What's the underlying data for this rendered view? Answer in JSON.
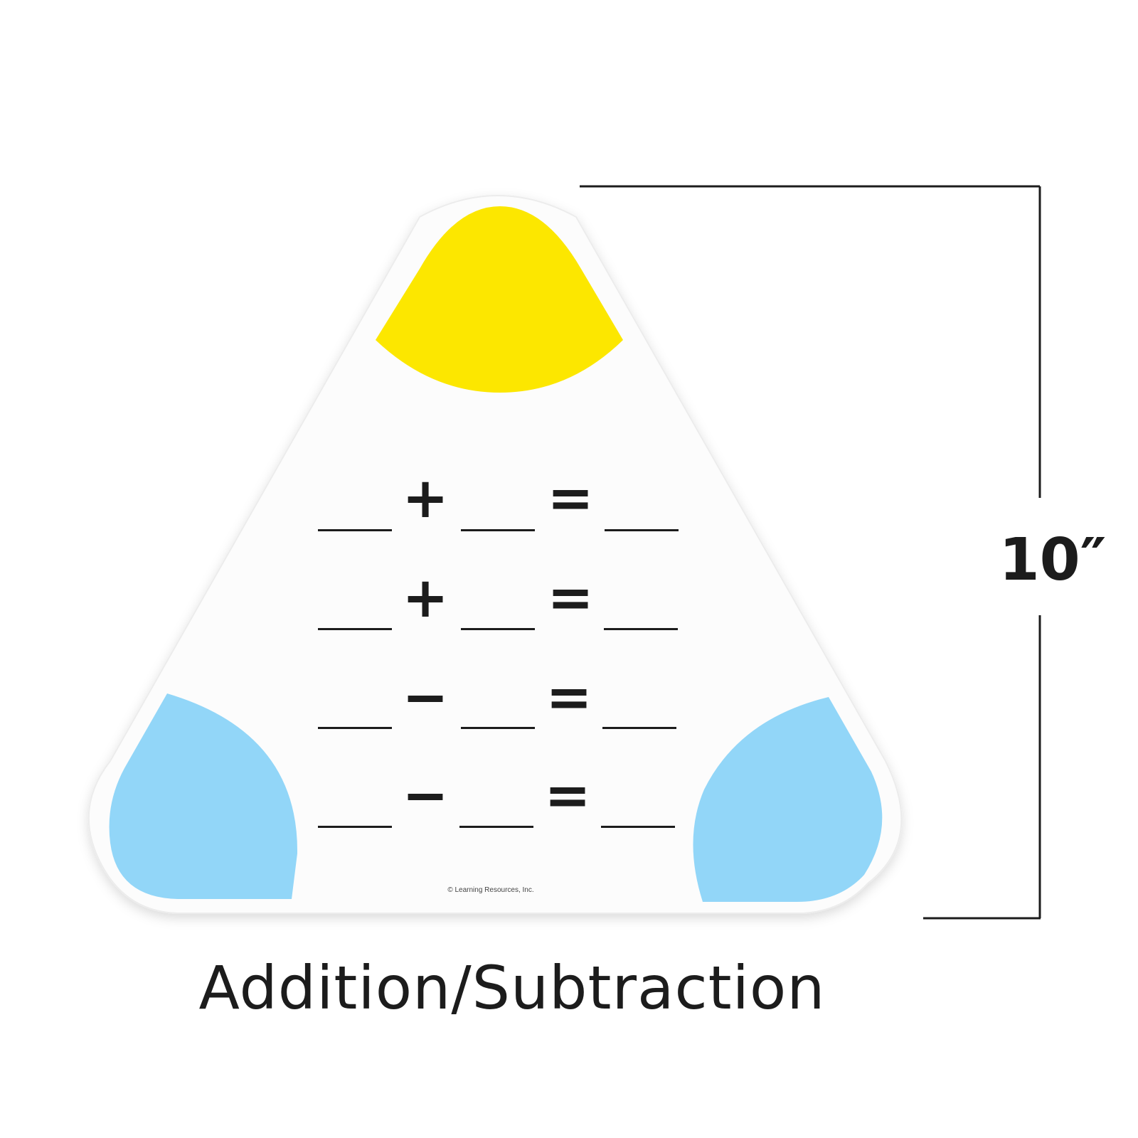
{
  "colors": {
    "board": "#fcfcfc",
    "top_corner": "#fce700",
    "bottom_corners": "#92d6f8",
    "ink": "#1c1c1c"
  },
  "equations": [
    {
      "operator": "+",
      "equals": "="
    },
    {
      "operator": "+",
      "equals": "="
    },
    {
      "operator": "−",
      "equals": "="
    },
    {
      "operator": "−",
      "equals": "="
    }
  ],
  "copyright": "© Learning Resources, Inc.",
  "caption": "Addition/Subtraction",
  "dimension_label": "10″"
}
